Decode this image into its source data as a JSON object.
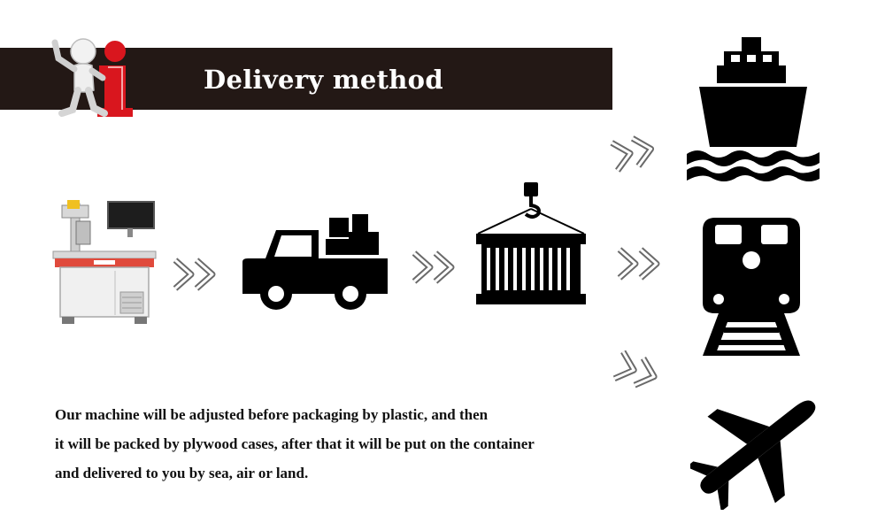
{
  "header": {
    "title": "Delivery method"
  },
  "description": {
    "lines": [
      "Our machine will be adjusted before packaging by plastic, and then",
      "it will be packed by plywood cases, after that it will be put on the container",
      "and delivered to you by sea, air or land."
    ]
  },
  "icons": {
    "mascot": "info-mascot-icon",
    "machine": "laser-machine-image",
    "truck": "truck-icon",
    "container": "container-crane-icon",
    "ship": "ship-icon",
    "train": "train-icon",
    "plane": "airplane-icon",
    "arrow": "double-chevron-right-icon"
  },
  "colors": {
    "banner": "#231815",
    "banner_text": "#ffffff",
    "icon": "#000000",
    "info_red": "#d9161e",
    "machine_accent": "#e04a3c"
  }
}
